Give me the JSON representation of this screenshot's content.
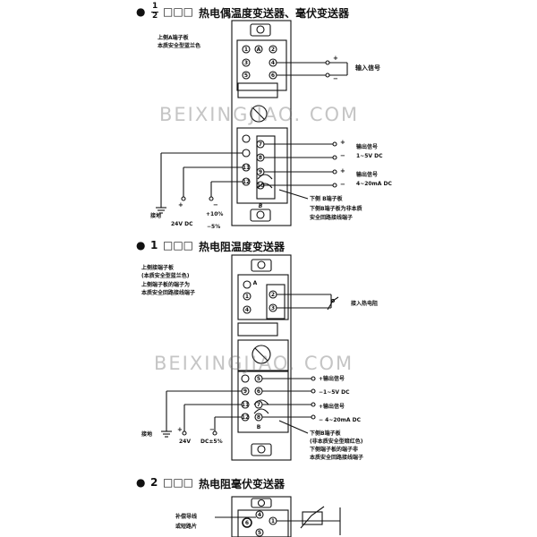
{
  "watermark": "BEIXINGJIAO. COM",
  "section1": {
    "bullet": "●",
    "num_top": "1",
    "num_bottom": "2",
    "boxes": "□□□",
    "title": "热电偶温度变送器、毫伏变送器",
    "upper_note_1": "上侧A端子板",
    "upper_note_2": "本质安全型蓝兰色",
    "board_a": "A",
    "board_b": "B",
    "input_plus": "+",
    "input_minus": "−",
    "input_signal": "输入信号",
    "out1_plus": "+",
    "out1_minus": "−",
    "out1_label": "输出信号",
    "out1_range": "1~5V DC",
    "out2_plus": "+",
    "out2_minus": "−",
    "out2_label": "输出信号",
    "out2_range": "4~20mA DC",
    "power_plus": "+",
    "power_minus": "−",
    "ground": "接地",
    "power_spec": "24V DC",
    "tol_plus": "+10%",
    "tol_minus": "−5%",
    "lower_note_1": "下侧 B端子板",
    "lower_note_2": "下侧B端子板为非本质",
    "lower_note_3": "安全回路接线端子"
  },
  "section2": {
    "bullet": "●",
    "num": "1",
    "boxes": "□□□",
    "title": "热电阻温度变送器",
    "upper_note_1": "上侧接端子板",
    "upper_note_2": "(本质安全型蓝兰色)",
    "upper_note_3": "上侧端子板的端子为",
    "upper_note_4": "本质安全回路接线端子",
    "board_a": "A",
    "board_b": "B",
    "input_label": "接入热电阻",
    "out1_label": "+输出信号",
    "out1_range": "−1~5V DC",
    "out2_label": "+输出信号",
    "out2_range": "− 4~20mA DC",
    "ground": "接地",
    "power_spec": "24V",
    "power_tol": "DC±5%",
    "power_plus": "+",
    "power_minus": "−",
    "lower_note_1": "下侧B端子板",
    "lower_note_2": "(非本质安全型暗红色)",
    "lower_note_3": "下侧端子板的端子非",
    "lower_note_4": "本质安全回路接线端子"
  },
  "section3": {
    "bullet": "●",
    "num": "2",
    "boxes": "□□□",
    "title": "热电阻毫伏变送器",
    "note_1": "补偿导线",
    "note_2": "或短路片"
  },
  "terminal_numbers": {
    "n1": "1",
    "n2": "2",
    "n3": "3",
    "n4": "4",
    "n5": "5",
    "n6": "6",
    "n7": "7",
    "n8": "8",
    "n9": "9",
    "n10": "10",
    "n11": "11",
    "n12": "12"
  }
}
